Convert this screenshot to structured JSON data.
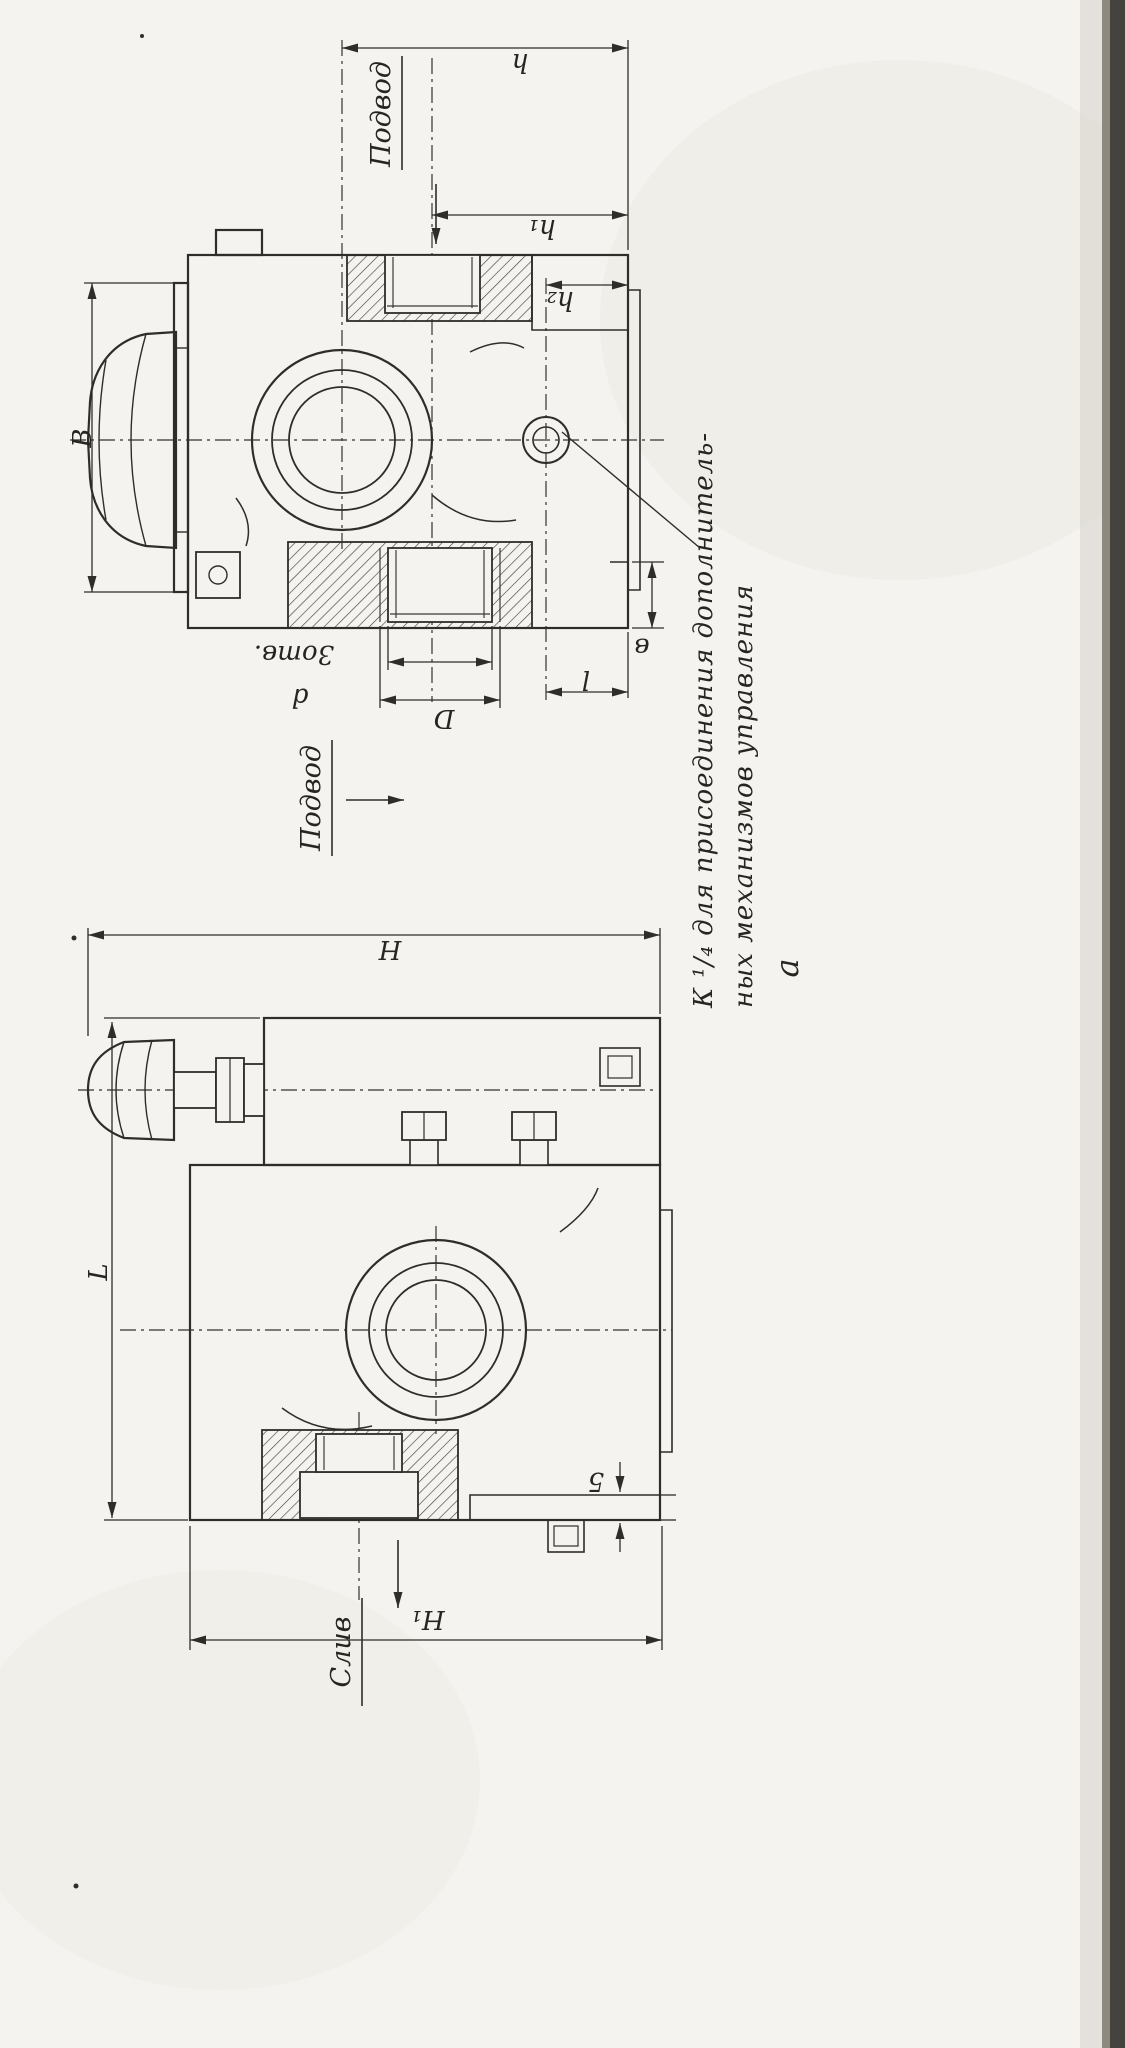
{
  "figure": {
    "label_a": "а"
  },
  "flow_labels": {
    "supply_top": "Подвод",
    "supply_bottom": "Подвод",
    "drain": "Слив"
  },
  "front_view_dims": {
    "B": "В",
    "h": "h",
    "h1": "h₁",
    "h2": "h₂",
    "holes_note": "3отв.",
    "d": "d",
    "D": "D",
    "b": "в",
    "l": "l"
  },
  "side_view_dims": {
    "H": "Н",
    "L": "L",
    "H1": "Н₁",
    "step5": "5"
  },
  "annotations": {
    "port_note_line1": "К ¹/₄ для присоединения дополнитель-",
    "port_note_line2": "ных  механизмов  управления"
  }
}
